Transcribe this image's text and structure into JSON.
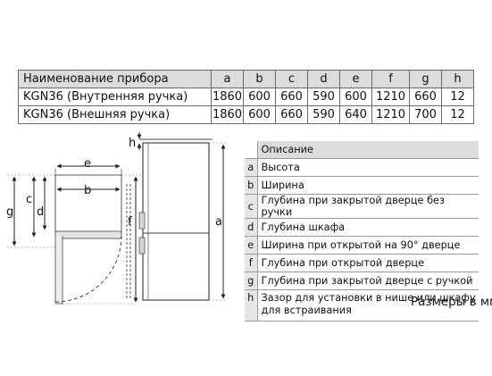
{
  "table": {
    "headers": [
      "Наименование прибора",
      "a",
      "b",
      "c",
      "d",
      "e",
      "f",
      "g",
      "h"
    ],
    "rows": [
      [
        "KGN36 (Внутренняя ручка)",
        "1860",
        "600",
        "660",
        "590",
        "600",
        "1210",
        "660",
        "12"
      ],
      [
        "KGN36 (Внешняя ручка)",
        "1860",
        "600",
        "660",
        "590",
        "640",
        "1210",
        "700",
        "12"
      ]
    ]
  },
  "drawing": {
    "labels": {
      "a": "a",
      "b": "b",
      "c": "c",
      "d": "d",
      "e": "e",
      "f": "f",
      "g": "g",
      "h": "h"
    }
  },
  "legend": {
    "title": "Описание",
    "items": [
      {
        "key": "a",
        "text": "Высота"
      },
      {
        "key": "b",
        "text": "Ширина"
      },
      {
        "key": "c",
        "text": "Глубина при закрытой дверце без ручки"
      },
      {
        "key": "d",
        "text": "Глубина шкафа"
      },
      {
        "key": "e",
        "text": "Ширина при открытой на 90° дверце"
      },
      {
        "key": "f",
        "text": "Глубина при открытой дверце"
      },
      {
        "key": "g",
        "text": "Глубина при закрытой дверце с ручкой"
      },
      {
        "key": "h",
        "text": "Зазор для установки в нише или шкафу для встраивания"
      }
    ]
  },
  "units_note": "Размеры в мм"
}
